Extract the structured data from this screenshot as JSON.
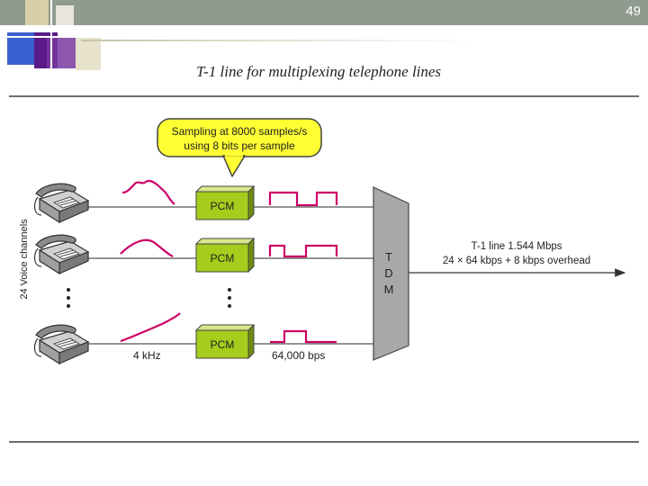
{
  "slide": {
    "number": "49",
    "title": "T-1 line for multiplexing telephone lines"
  },
  "diagram": {
    "callout_line1": "Sampling at 8000 samples/s",
    "callout_line2": "using 8 bits per sample",
    "side_label": "24 Voice channels",
    "pcm_label": "PCM",
    "tdm_t": "T",
    "tdm_d": "D",
    "tdm_m": "M",
    "output_line1": "T-1 line 1.544 Mbps",
    "output_line2": "24 × 64 kbps + 8 kbps overhead",
    "analog_label": "4 kHz",
    "digital_label": "64,000 bps"
  },
  "colors": {
    "header": "#8f9b8e",
    "callout": "#ffff33",
    "pcm": "#a6cc1c",
    "signal": "#cc0066",
    "tdm": "#a8a8a8",
    "accent_purple": "#5a1a8a",
    "accent_blue": "#3a5fcf"
  }
}
